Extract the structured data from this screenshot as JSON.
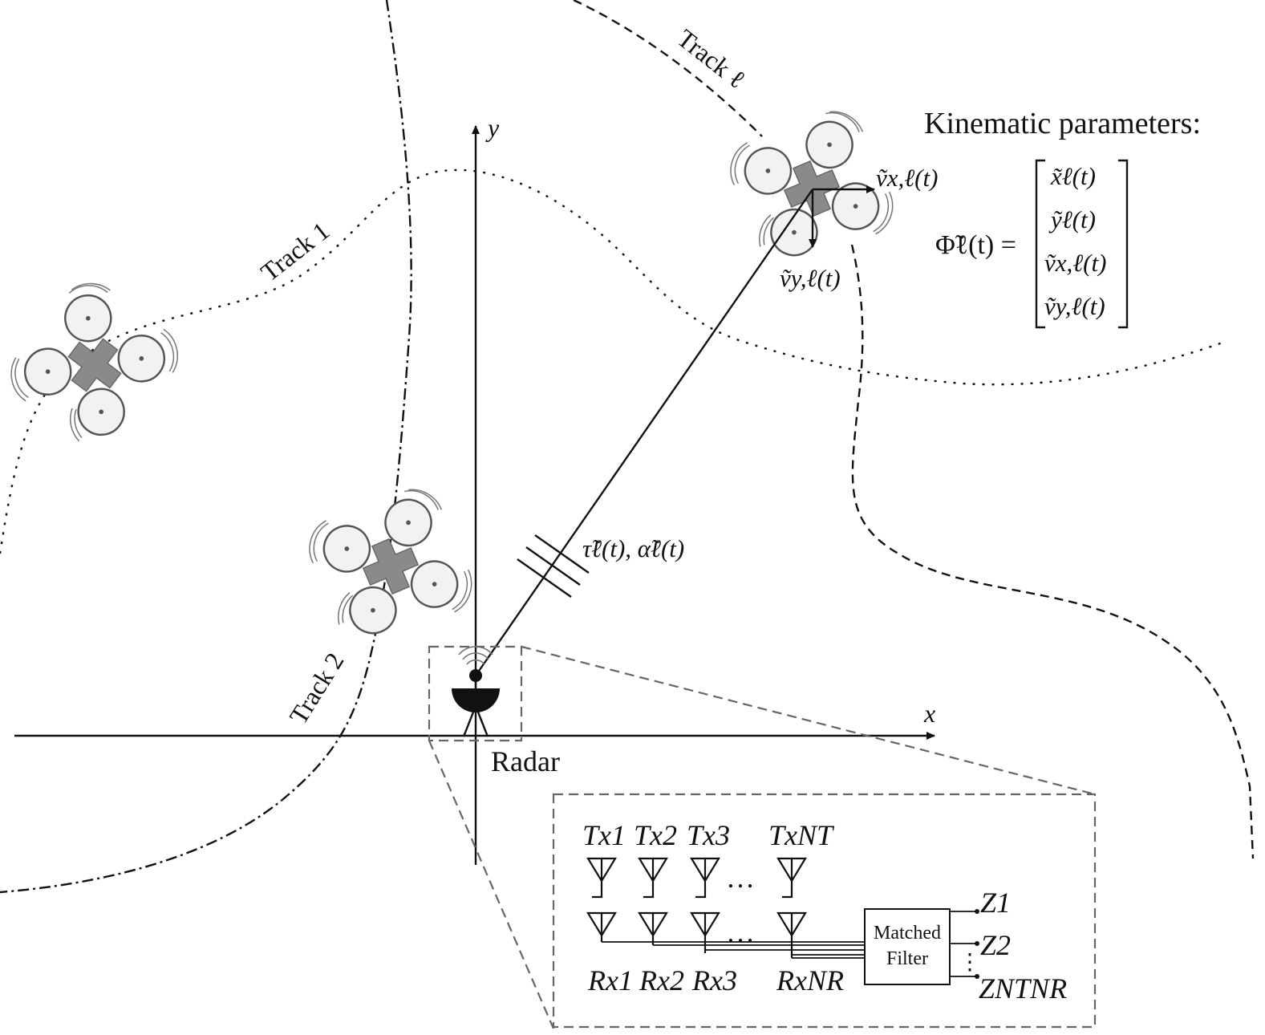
{
  "tracks": {
    "track_1": "Track 1",
    "track_2": "Track 2",
    "track_l": "Track ℓ"
  },
  "axes": {
    "x_label": "x",
    "y_label": "y"
  },
  "radar": {
    "label": "Radar"
  },
  "target": {
    "vx_label": "ṽx,ℓ(t)",
    "vy_label": "ṽy,ℓ(t)",
    "los_label": "τ̃ℓ(t), α̃ℓ(t)"
  },
  "kinematics": {
    "title": "Kinematic parameters:",
    "lhs": "Φ̃ℓ(t) =",
    "vector": [
      "x̃ℓ(t)",
      "ỹℓ(t)",
      "ṽx,ℓ(t)",
      "ṽy,ℓ(t)"
    ]
  },
  "array_inset": {
    "tx_labels": [
      "Tx1",
      "Tx2",
      "Tx3",
      "TxNT"
    ],
    "rx_labels": [
      "Rx1",
      "Rx2",
      "Rx3",
      "RxNR"
    ],
    "ellipsis": "…",
    "filter_line1": "Matched",
    "filter_line2": "Filter",
    "outputs": [
      "Z1",
      "Z2",
      "ZNTNR"
    ],
    "vertical_dots": "⋮"
  },
  "colors": {
    "ink": "#111111",
    "drone_body": "#8a8a8a",
    "inset_border": "#666666"
  }
}
